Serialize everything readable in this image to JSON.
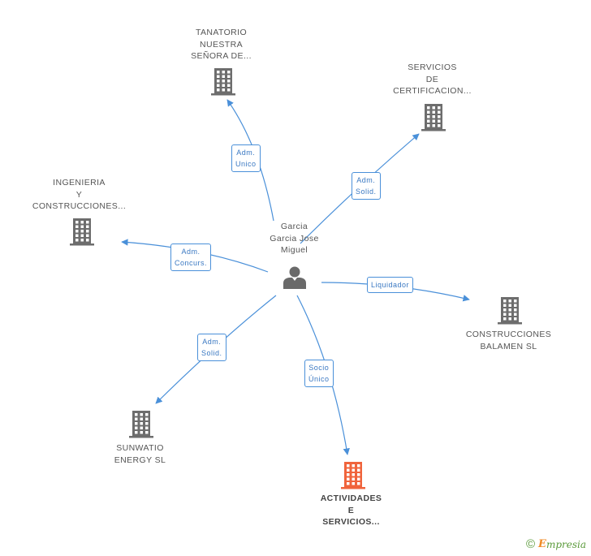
{
  "center": {
    "name_lines": [
      "Garcia",
      "Garcia Jose",
      "Miguel"
    ]
  },
  "companies": [
    {
      "id": "tanatorio",
      "lines": [
        "TANATORIO",
        "NUESTRA",
        "SEÑORA DE..."
      ],
      "highlight": false
    },
    {
      "id": "servicios",
      "lines": [
        "SERVICIOS",
        "DE",
        "CERTIFICACION..."
      ],
      "highlight": false
    },
    {
      "id": "ingenieria",
      "lines": [
        "INGENIERIA",
        "Y",
        "CONSTRUCCIONES..."
      ],
      "highlight": false
    },
    {
      "id": "balamen",
      "lines": [
        "CONSTRUCCIONES",
        "BALAMEN  SL"
      ],
      "highlight": false
    },
    {
      "id": "sunwatio",
      "lines": [
        "SUNWATIO",
        "ENERGY SL"
      ],
      "highlight": false
    },
    {
      "id": "actividades",
      "lines": [
        "ACTIVIDADES",
        "E",
        "SERVICIOS..."
      ],
      "highlight": true
    }
  ],
  "relations": [
    {
      "target": "tanatorio",
      "lines": [
        "Adm.",
        "Unico"
      ]
    },
    {
      "target": "servicios",
      "lines": [
        "Adm.",
        "Solid."
      ]
    },
    {
      "target": "ingenieria",
      "lines": [
        "Adm.",
        "Concurs."
      ]
    },
    {
      "target": "balamen",
      "lines": [
        "Liquidador"
      ]
    },
    {
      "target": "sunwatio",
      "lines": [
        "Adm.",
        "Solid."
      ]
    },
    {
      "target": "actividades",
      "lines": [
        "Socio",
        "Único"
      ]
    }
  ],
  "colors": {
    "building": "#6d6d6d",
    "building_highlight": "#f0643c",
    "edge": "#4a90d9",
    "person": "#6a6a6a"
  },
  "footer": {
    "copyright": "©",
    "brand_first": "E",
    "brand_rest": "mpresia"
  }
}
